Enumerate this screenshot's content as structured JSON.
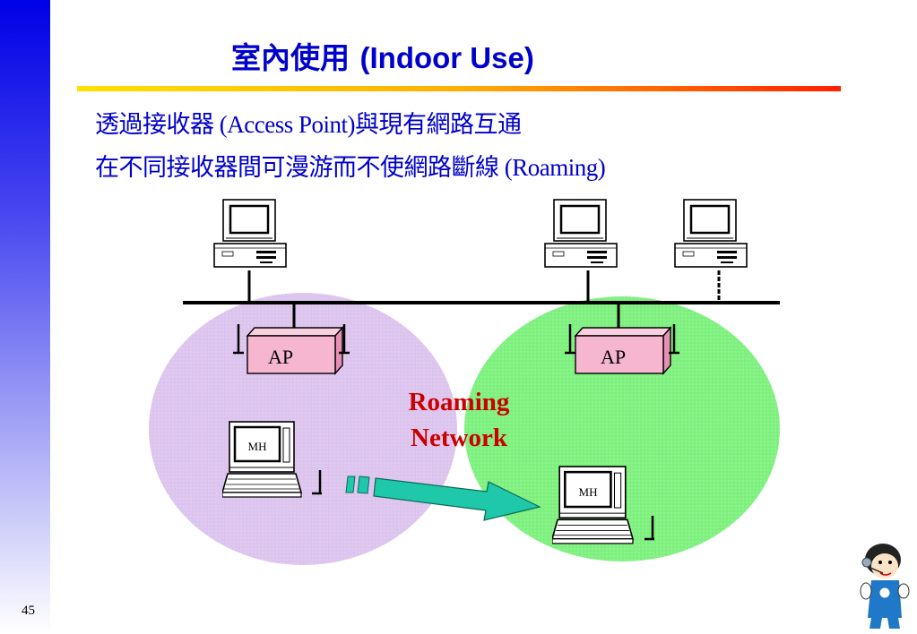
{
  "slide": {
    "title_zh": "室內使用",
    "title_en": "(Indoor Use)",
    "line1": "透過接收器 (Access Point)與現有網路互通",
    "line2": "在不同接收器間可漫游而不使網路斷線 (Roaming)",
    "page_number": "45"
  },
  "diagram": {
    "ap_left": "AP",
    "ap_right": "AP",
    "mh_left": "MH",
    "mh_right": "MH",
    "roaming_line1": "Roaming",
    "roaming_line2": "Network"
  },
  "colors": {
    "title": "#0000cc",
    "cell_left": "#dcc4ee",
    "cell_right": "#7ef07e",
    "ap_box": "#f7b6cf",
    "roaming_text": "#cc0000",
    "arrow": "#1ec8a8"
  }
}
